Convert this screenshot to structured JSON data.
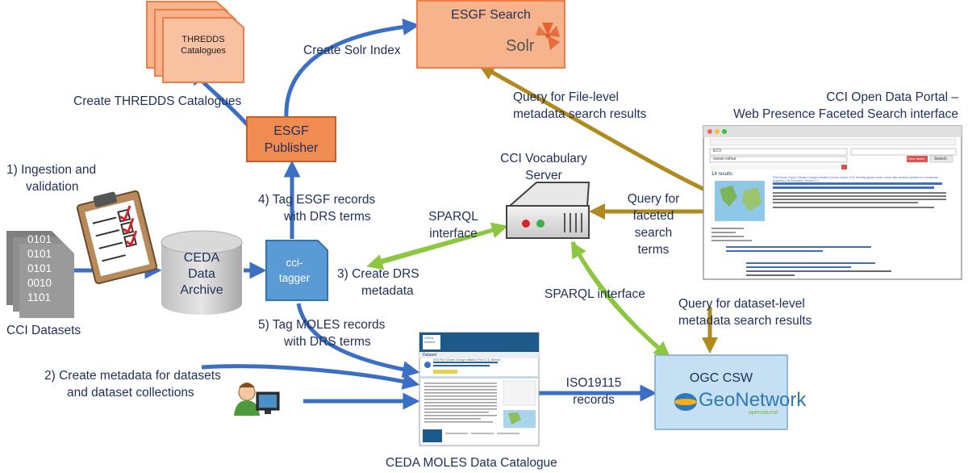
{
  "steps": {
    "ingestion": [
      "1)  Ingestion and",
      "validation"
    ],
    "create_metadata": [
      "2)  Create metadata for datasets",
      "and dataset collections"
    ],
    "create_drs": [
      "3)  Create  DRS",
      "metadata"
    ],
    "tag_esgf": [
      "4)  Tag  ESGF records",
      "with DRS terms"
    ],
    "tag_moles": [
      "5)  Tag MOLES records",
      "with DRS terms"
    ]
  },
  "nodes": {
    "thredds": "THREDDS Catalogues",
    "esgf_search": "ESGF Search",
    "solr": "Solr",
    "esgf_publisher": [
      "ESGF",
      "Publisher"
    ],
    "ceda_archive": [
      "CEDA",
      "Data",
      "Archive"
    ],
    "cci_tagger": [
      "cci-",
      "tagger"
    ],
    "vocab_server": [
      "CCI Vocabulary",
      "Server"
    ],
    "cci_datasets": "CCI Datasets",
    "datasets_bits": [
      "0101",
      "0101",
      "0101",
      "0010",
      "1101"
    ],
    "ogc_csw": "OGC CSW",
    "geonetwork": "GeoNetwork",
    "geonetwork_sub": "opensource",
    "moles_catalogue": "CEDA MOLES Data Catalogue",
    "portal_title": [
      "CCI Open Data Portal –",
      "Web Presence Faceted Search interface"
    ]
  },
  "edges": {
    "create_solr_index": "Create Solr Index",
    "create_thredds": "Create THREDDS Catalogues",
    "query_file_level": [
      "Query for File-level",
      "metadata search results"
    ],
    "sparql_left": [
      "SPARQL",
      "interface"
    ],
    "sparql_bottom": "SPARQL interface",
    "query_faceted": [
      "Query for",
      "faceted",
      "search",
      "terms"
    ],
    "query_dataset_level": [
      "Query for dataset-level",
      "metadata search results"
    ],
    "iso": [
      "ISO19115",
      "records"
    ]
  },
  "portal": {
    "search_box": "ECV",
    "filter": "ocean colour",
    "results": "14 results",
    "result_title": "ESA Ocean Colour Climate Change Initiative (Ocean Colour CCI): Monthly global ocean colour data products gridded in a sinusoidal projection (All Products), Version 1.0",
    "search_button": "Search",
    "clear_button": "Clear facets"
  },
  "moles": {
    "logo": "CEDA Archive",
    "tab": "Dataset",
    "title": "ESA Fire Climate Change Initiative (Fire CCI): Burned Area Pixel Product Version 3.1"
  },
  "colors": {
    "blue_arrow": "#3a6fc4",
    "green_arrow": "#8dc63f",
    "gold_arrow": "#b08a1e",
    "orange_fill": "#f6b38c",
    "orange_dark": "#ef7d45",
    "tagger_blue": "#5b9bd5",
    "csw_fill": "#c5dff3"
  }
}
